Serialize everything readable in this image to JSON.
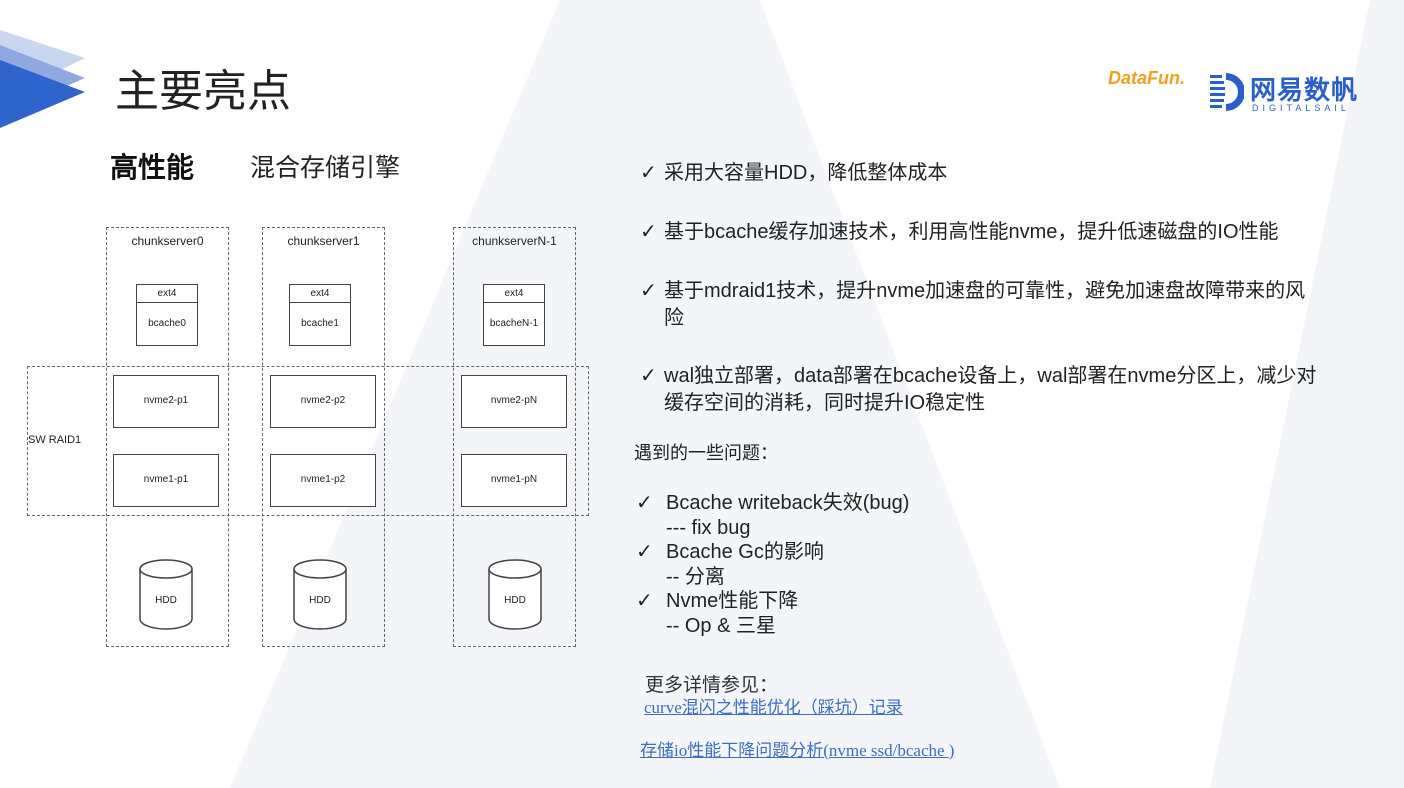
{
  "slide": {
    "title": "主要亮点",
    "subtitle_bold": "高性能",
    "subtitle": "混合存储引擎"
  },
  "logos": {
    "datafun": "DataFun.",
    "netease_cn": "网易数帆",
    "netease_en": "DIGITALSAIL"
  },
  "diagram": {
    "raid_label": "SW RAID1",
    "columns": [
      {
        "name": "chunkserver0",
        "fs": "ext4",
        "cache": "bcache0",
        "nvme2": "nvme2-p1",
        "nvme1": "nvme1-p1",
        "disk": "HDD"
      },
      {
        "name": "chunkserver1",
        "fs": "ext4",
        "cache": "bcache1",
        "nvme2": "nvme2-p2",
        "nvme1": "nvme1-p2",
        "disk": "HDD"
      },
      {
        "name": "chunkserverN-1",
        "fs": "ext4",
        "cache": "bcacheN-1",
        "nvme2": "nvme2-pN",
        "nvme1": "nvme1-pN",
        "disk": "HDD"
      }
    ]
  },
  "highlights": [
    {
      "line1": "采用大容量HDD，降低整体成本"
    },
    {
      "line1": "基于bcache缓存加速技术，利用高性能nvme，提升低速磁盘的IO性能"
    },
    {
      "line1": "基于mdraid1技术，提升nvme加速盘的可靠性，避免加速盘故障带来的风",
      "line2": "险"
    },
    {
      "line1": "wal独立部署，data部署在bcache设备上，wal部署在nvme分区上，减少对",
      "line2": "缓存空间的消耗，同时提升IO稳定性"
    }
  ],
  "check_mark": "✓",
  "issues_heading": "遇到的一些问题：",
  "issues": [
    {
      "title": "Bcache writeback失效(bug)",
      "note": "--- fix bug"
    },
    {
      "title": "Bcache Gc的影响",
      "note": "-- 分离"
    },
    {
      "title": "Nvme性能下降",
      "note": "-- Op & 三星"
    }
  ],
  "more": {
    "label": "更多详情参见：",
    "links": [
      "curve混闪之性能优化（踩坑）记录",
      "存储io性能下降问题分析(nvme ssd/bcache )"
    ]
  },
  "colors": {
    "accent": "#2a5fc9",
    "link": "#3a6fc4",
    "datafun": "#f0a020"
  }
}
